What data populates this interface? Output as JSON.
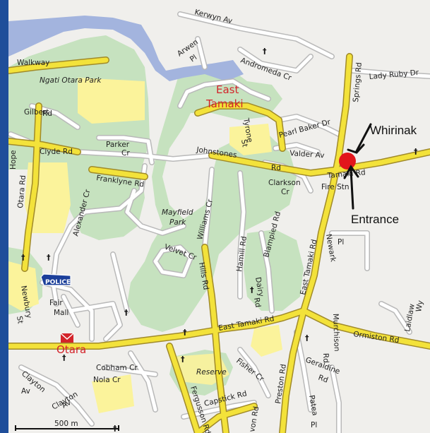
{
  "map": {
    "area_labels": [
      "East",
      "Tamaki",
      "Otara"
    ],
    "park_labels": [
      "Ngati Otara Park",
      "Mayfield",
      "Park",
      "Reserve"
    ],
    "annotations": {
      "whirinaki": "Whirinak",
      "entrance": "Entrance"
    },
    "badge": "POLICE",
    "scale_label": "500 m",
    "streets": {
      "kerwyn": "Kerwyn Av",
      "arwen": "Arwen",
      "arwen_pl": "Pl",
      "andromeda": "Andromeda Cr",
      "springs": "Springs Rd",
      "lady_ruby": "Lady Ruby Dr",
      "walkway": "Walkway",
      "gilbert": "Gilbert",
      "gilbert_rd": "Rd",
      "hope": "Hope",
      "clyde": "Clyde Rd",
      "parker": "Parker",
      "parker_cr": "Cr",
      "franklyne": "Franklyne Rd",
      "tyrone": "Tyrone",
      "tyrone_st": "St",
      "pearl_baker": "Pearl Baker Dr",
      "valder": "Valder Av",
      "johnstones": "Johnstones",
      "johnstones_rd": "Rd",
      "tamaki_rd": "Tamaki Rd",
      "clarkson": "Clarkson",
      "clarkson_cr": "Cr",
      "fire_stn": "Fire Stn",
      "otara_rd": "Otara Rd",
      "alexander": "Alexander Cr",
      "williams": "Williams Cr",
      "hamill": "Hamill Rd",
      "blampied": "Blampied Rd",
      "newark": "Newark",
      "newark_pl": "Pl",
      "velvet": "Velvet Cr",
      "hills": "Hills Rd",
      "dairy": "Dairy",
      "dairy_rd": "Rd",
      "east_tamaki_rd": "East Tamaki Rd",
      "newbury": "Newbury",
      "newbury_st": "St",
      "fair": "Fair",
      "mall": "Mall",
      "murchison": "Murchison",
      "murchison_rd": "Rd",
      "ormiston": "Ormiston Rd",
      "laidlaw": "Laidlaw",
      "laidlaw_wy": "Wy",
      "cobham": "Cobham Cr",
      "nola": "Nola Cr",
      "clayton": "Clayton",
      "clayton_av": "Av",
      "clayton2": "Clayton",
      "clayton2_av": "Av",
      "fergusson": "Fergusson Rd",
      "fisher": "Fisher Cr",
      "capstick": "Capstick Rd",
      "preston": "Preston Rd",
      "geraldine": "Geraldine",
      "geraldine_rd": "Rd",
      "patea": "Patea",
      "patea_pl": "Pl",
      "avon": "von Rd"
    },
    "colors": {
      "frame": "#1f4e9a",
      "land": "#f0efec",
      "park": "#c6e2bf",
      "water": "#a3b4de",
      "industrial": "#fbf39b",
      "main_road": "#f3e23a",
      "minor_road": "#ffffff",
      "marker": "#e2161c"
    }
  }
}
